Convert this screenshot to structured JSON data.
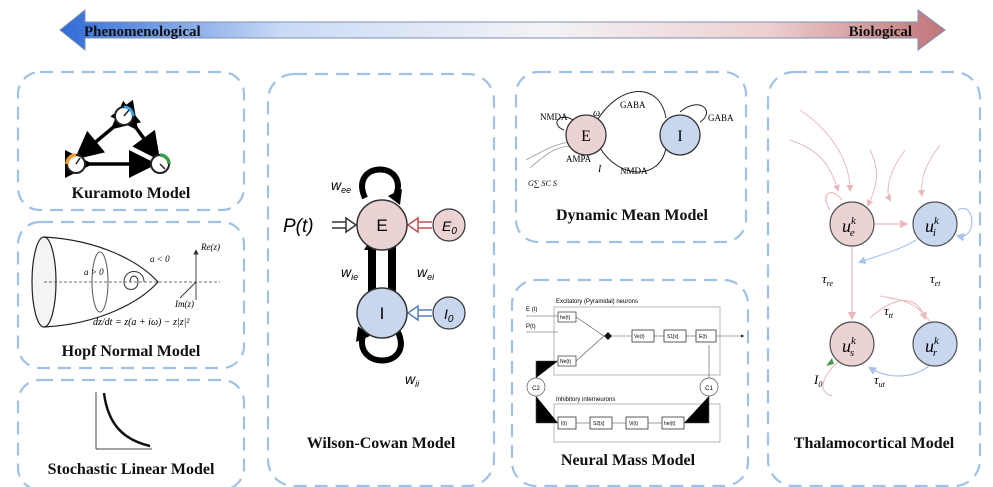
{
  "arrow": {
    "left_label": "Phenomenological",
    "right_label": "Biological"
  },
  "kuramoto": {
    "title": "Kuramoto Model"
  },
  "hopf": {
    "title": "Hopf Normal Model",
    "re_label": "Re(z)",
    "im_label": "Im(z)",
    "a_pos": "a > 0",
    "a_neg": "a < 0",
    "equation": "dz/dt = z(a + iω) − z|z|²"
  },
  "stochastic": {
    "title": "Stochastic Linear Model"
  },
  "wilson": {
    "title": "Wilson-Cowan Model",
    "node_e": "E",
    "node_i": "I",
    "input_p": "P(t)",
    "input_e0": "E",
    "input_e0_sub": "0",
    "input_i0": "I",
    "input_i0_sub": "0",
    "w_ee": "w",
    "w_ee_sub": "ee",
    "w_ie": "w",
    "w_ie_sub": "ie",
    "w_ei": "w",
    "w_ei_sub": "ei",
    "w_ii": "w",
    "w_ii_sub": "ii"
  },
  "dmf": {
    "title": "Dynamic Mean Model",
    "node_e": "E",
    "node_i": "I",
    "nmda_left": "NMDA",
    "nmda_bottom": "NMDA",
    "gaba_top": "GABA",
    "gaba_right": "GABA",
    "ampa": "AMPA",
    "omega": "ω",
    "input_i": "I",
    "coupling": "G∑ SC S"
  },
  "nmm": {
    "title": "Neural Mass Model",
    "excitatory": "Excitatory (Pyramidal) neurons",
    "inhibitory": "Inhibitory interneurons",
    "e_input": "E (t)",
    "p_input": "P(t)",
    "he": "he(t)",
    "ne": "Ne(t)",
    "ve": "Ve(t)",
    "s1": "S1[x]",
    "et": "E(t)",
    "it": "I(t)",
    "s2": "S2[x]",
    "vi": "Vi(t)",
    "hi": "hei(t)",
    "c1": "C1",
    "c2": "C2"
  },
  "thalamo": {
    "title": "Thalamocortical Model",
    "u": "u",
    "sup": "k",
    "ue_sub": "e",
    "ui_sub": "i",
    "us_sub": "s",
    "ur_sub": "r",
    "tau": "τ",
    "tau_re": "re",
    "tau_et": "et",
    "tau_tt": "tt",
    "tau_ut": "ut",
    "i0": "I",
    "i0_sub": "0"
  },
  "colors": {
    "excitatory": "#ecd3d3",
    "inhibitory": "#c9d7ee",
    "arrow_left": "#2f6bd6",
    "arrow_right": "#c07478",
    "dashed_border": "#9fc1e6"
  }
}
